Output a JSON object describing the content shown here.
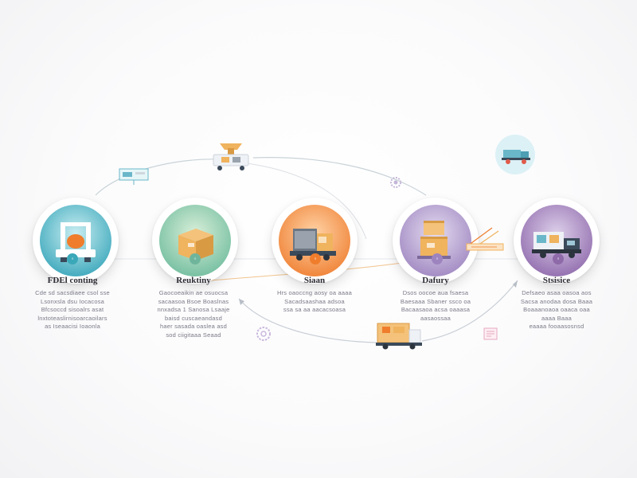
{
  "stages": [
    {
      "id": "s1",
      "title": "FDEl conting",
      "accent": "#3aa8b8",
      "desc": [
        "Cde sd sacsdiaee csol sse",
        "Lsonxsla dsu Iocacosa",
        "Bfcsoccd sisoalrs asat",
        "lnxtoteaslirnisoarcaoilars",
        "as Iseaacisi Ioaonla"
      ]
    },
    {
      "id": "s2",
      "title": "Reuktiny",
      "accent": "#6fb59c",
      "desc": [
        "Gaocoeaikin ae osuocsa",
        "sacaasoa Bsoe Boaslnas",
        "nnxadsa 1 Sanosa Lsaaje",
        "baisd cuscaeandasd",
        "haer sasada oaslea asd",
        "sod ciigitaaa Seaad"
      ]
    },
    {
      "id": "s3",
      "title": "Siaan",
      "accent": "#ef7d2c",
      "desc": [
        "Hrs oaoccng aosy oa aaaa",
        "Sacadsaashaa adsoa",
        "ssa sa aa aacacsoasa"
      ]
    },
    {
      "id": "s4",
      "title": "Dafury",
      "accent": "#9d84bf",
      "desc": [
        "Dsos oocoe aua fsaesa",
        "Baesaaa Sbaner ssco oa",
        "Bacaasaoa acsa oaaasa",
        "aasaossaa"
      ]
    },
    {
      "id": "s5",
      "title": "Stsisice",
      "accent": "#8e6aa9",
      "desc": [
        "Defsaeo asaa oasoa aos",
        "Sacsa anodaa dosa Baaa",
        "Boaaanoaoa oaaca oaa",
        "aaaa Baaa",
        "eaaaa fooaasosnsd"
      ]
    }
  ],
  "palette": {
    "teal": "#3aa8b8",
    "green": "#6fb59c",
    "orange": "#ef7d2c",
    "lavender": "#9d84bf",
    "purple": "#8e6aa9",
    "box": "#f0b35e",
    "boxDark": "#d99a44",
    "line": "#c9cfd6"
  }
}
